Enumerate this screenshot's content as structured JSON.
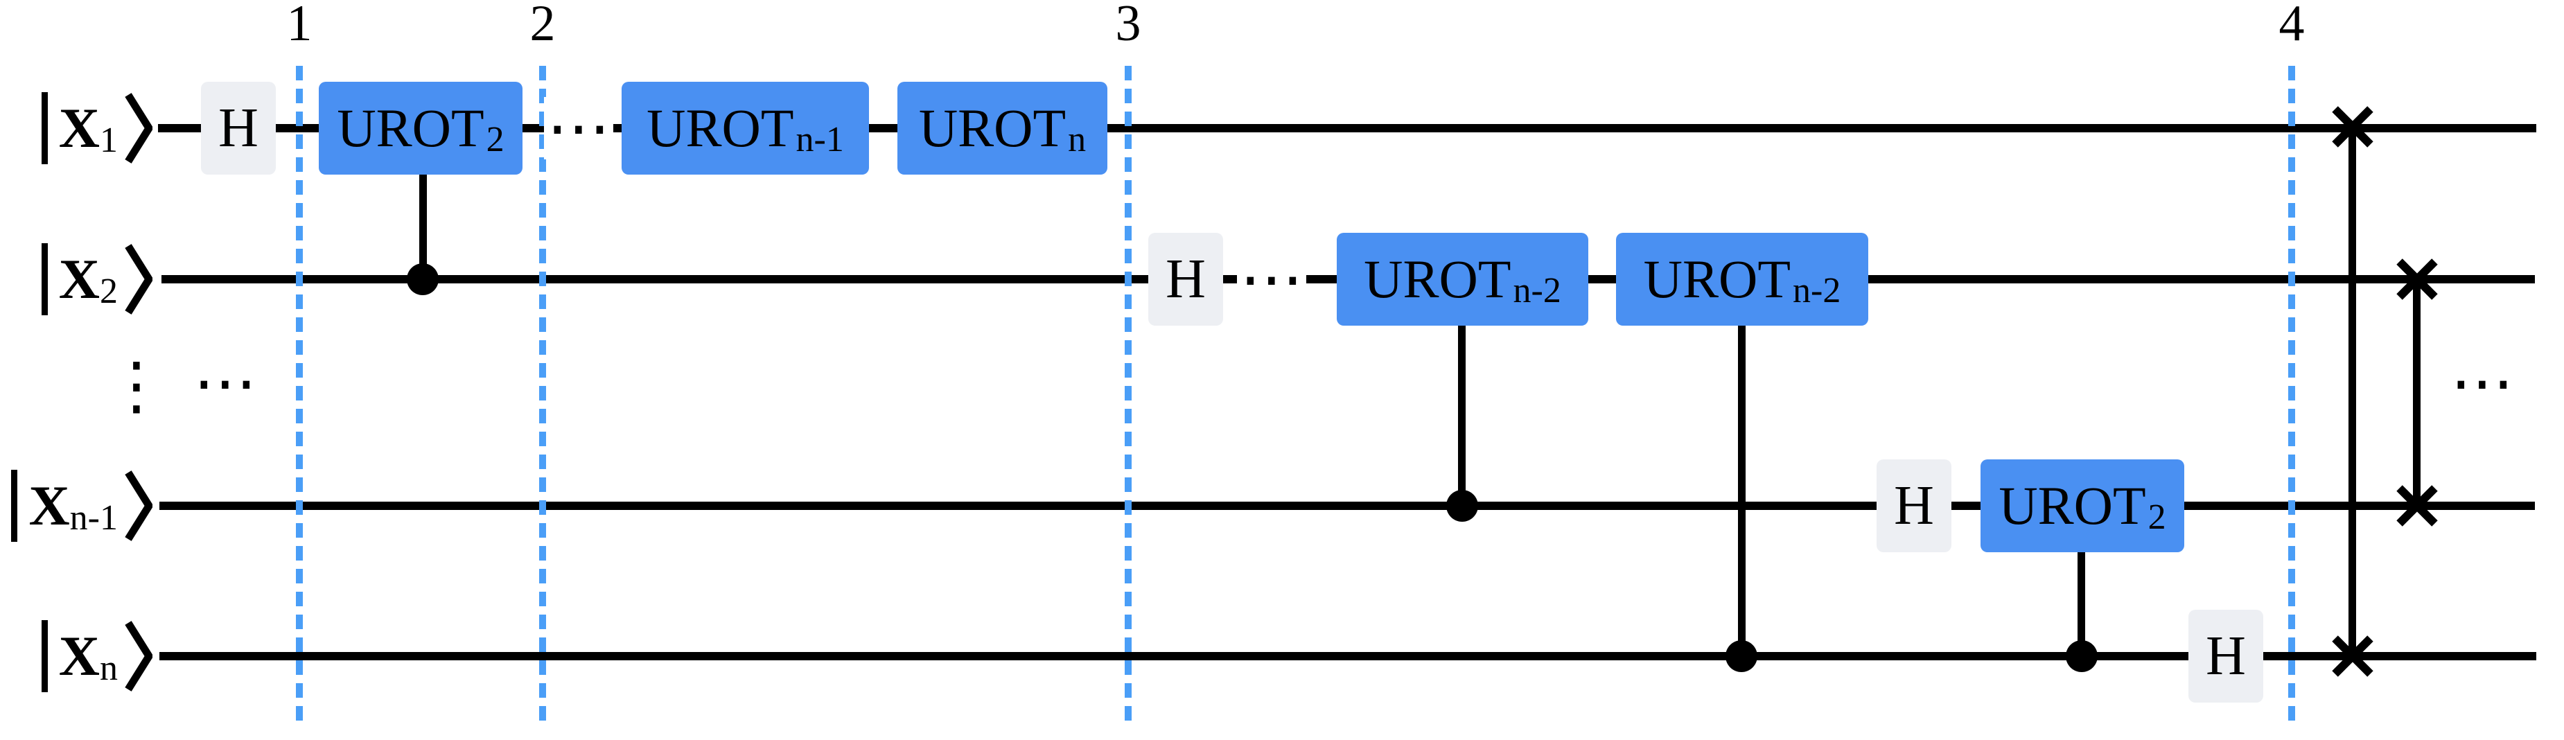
{
  "figure": {
    "type": "quantum-circuit-diagram",
    "description": "Quantum Fourier Transform style circuit with Hadamard gates, controlled UROT gates, numbered barrier sections and final swap network"
  },
  "colors": {
    "gate_blue": "#4a90f2",
    "barrier_blue": "#4a9ef7",
    "h_gate_gray": "#edeff3",
    "wire_black": "#000000"
  },
  "barriers": [
    {
      "label": "1"
    },
    {
      "label": "2"
    },
    {
      "label": "3"
    },
    {
      "label": "4"
    }
  ],
  "kets": [
    {
      "text": "|X1⟩",
      "base": "X",
      "sub": "1"
    },
    {
      "text": "|X2⟩",
      "base": "X",
      "sub": "2"
    },
    {
      "text": "|Xn-1⟩",
      "base": "X",
      "sub": "n-1"
    },
    {
      "text": "|Xn⟩",
      "base": "X",
      "sub": "n"
    }
  ],
  "h_gates": [
    {
      "label": "H",
      "wire": "X1"
    },
    {
      "label": "H",
      "wire": "X2"
    },
    {
      "label": "H",
      "wire": "Xn-1"
    },
    {
      "label": "H",
      "wire": "Xn"
    }
  ],
  "rot_gates": [
    {
      "text": "UROT2",
      "base": "UROT",
      "sub": "2",
      "wire": "X1",
      "control_wire": "X2"
    },
    {
      "text": "UROTn-1",
      "base": "UROT",
      "sub": "n-1",
      "wire": "X1"
    },
    {
      "text": "UROTn",
      "base": "UROT",
      "sub": "n",
      "wire": "X1"
    },
    {
      "text": "UROTn-2",
      "base": "UROT",
      "sub": "n-2",
      "wire": "X2",
      "control_wire": "Xn-1"
    },
    {
      "text": "UROTn-2",
      "base": "UROT",
      "sub": "n-2",
      "wire": "X2",
      "control_wire": "Xn"
    },
    {
      "text": "UROT2",
      "base": "UROT",
      "sub": "2",
      "wire": "Xn-1",
      "control_wire": "Xn"
    }
  ],
  "swaps": [
    {
      "between": [
        "X1",
        "Xn"
      ]
    },
    {
      "between": [
        "X2",
        "Xn-1"
      ]
    }
  ],
  "ellipses": {
    "h": "⋯",
    "v": "⋮"
  }
}
